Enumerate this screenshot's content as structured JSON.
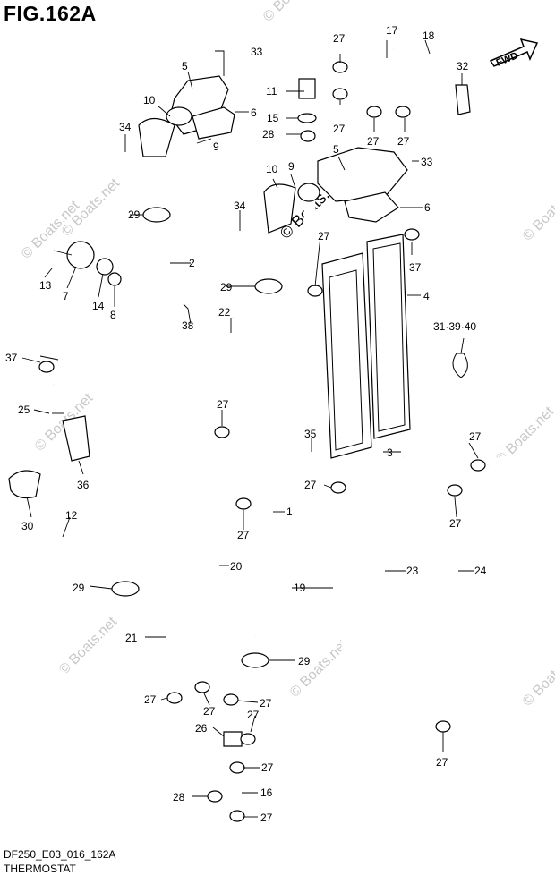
{
  "figure": {
    "title": "FIG.162A",
    "drawing_code": "DF250_E03_016_162A",
    "section_name": "THERMOSTAT",
    "fwd_label": "FWD",
    "watermark": "© Boats.net"
  },
  "callouts": {
    "c1": "1",
    "c2": "2",
    "c3": "3",
    "c4": "4",
    "c5a": "5",
    "c5b": "5",
    "c6a": "6",
    "c6b": "6",
    "c7": "7",
    "c8": "8",
    "c9a": "9",
    "c9b": "9",
    "c10a": "10",
    "c10b": "10",
    "c11": "11",
    "c12": "12",
    "c13": "13",
    "c14": "14",
    "c15": "15",
    "c16": "16",
    "c17": "17",
    "c18": "18",
    "c19": "19",
    "c20": "20",
    "c21": "21",
    "c22": "22",
    "c23": "23",
    "c24": "24",
    "c25": "25",
    "c26": "26",
    "c27a": "27",
    "c27b": "27",
    "c27c": "27",
    "c27d": "27",
    "c27e": "27",
    "c27f": "27",
    "c27g": "27",
    "c27h": "27",
    "c27i": "27",
    "c27j": "27",
    "c27k": "27",
    "c27l": "27",
    "c27m": "27",
    "c27n": "27",
    "c27o": "27",
    "c27p": "27",
    "c27q": "27",
    "c28a": "28",
    "c28b": "28",
    "c29a": "29",
    "c29b": "29",
    "c29c": "29",
    "c29d": "29",
    "c30": "30",
    "c31": "31·39·40",
    "c32": "32",
    "c33a": "33",
    "c33b": "33",
    "c34a": "34",
    "c34b": "34",
    "c35": "35",
    "c36": "36",
    "c37a": "37",
    "c37b": "37",
    "c38": "38"
  }
}
